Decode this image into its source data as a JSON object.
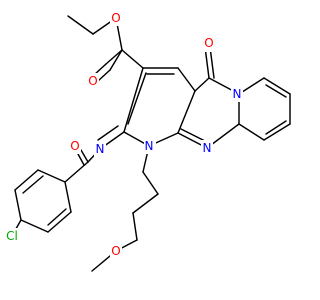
{
  "molecule": {
    "atoms": [
      {
        "id": "n_ring",
        "element": "N",
        "label": "N",
        "color": "#0000ff"
      },
      {
        "id": "n_fused",
        "element": "N",
        "label": "N",
        "color": "#0000ff"
      },
      {
        "id": "n_bridge",
        "element": "N",
        "label": "N",
        "color": "#0000ff"
      },
      {
        "id": "n_imine",
        "element": "N",
        "label": "N",
        "color": "#0000ff"
      },
      {
        "id": "o_ketone",
        "element": "O",
        "label": "O",
        "color": "#ff0000"
      },
      {
        "id": "o_ester_carbonyl",
        "element": "O",
        "label": "O",
        "color": "#ff0000"
      },
      {
        "id": "o_ester_ether",
        "element": "O",
        "label": "O",
        "color": "#ff0000"
      },
      {
        "id": "o_amide",
        "element": "O",
        "label": "O",
        "color": "#ff0000"
      },
      {
        "id": "o_methoxy",
        "element": "O",
        "label": "O",
        "color": "#ff0000"
      },
      {
        "id": "cl",
        "element": "Cl",
        "label": "Cl",
        "color": "#00aa00"
      }
    ],
    "colors": {
      "bond": "#000000",
      "nitrogen": "#0000ff",
      "oxygen": "#ff0000",
      "chlorine": "#00aa00",
      "background": "#ffffff"
    }
  }
}
